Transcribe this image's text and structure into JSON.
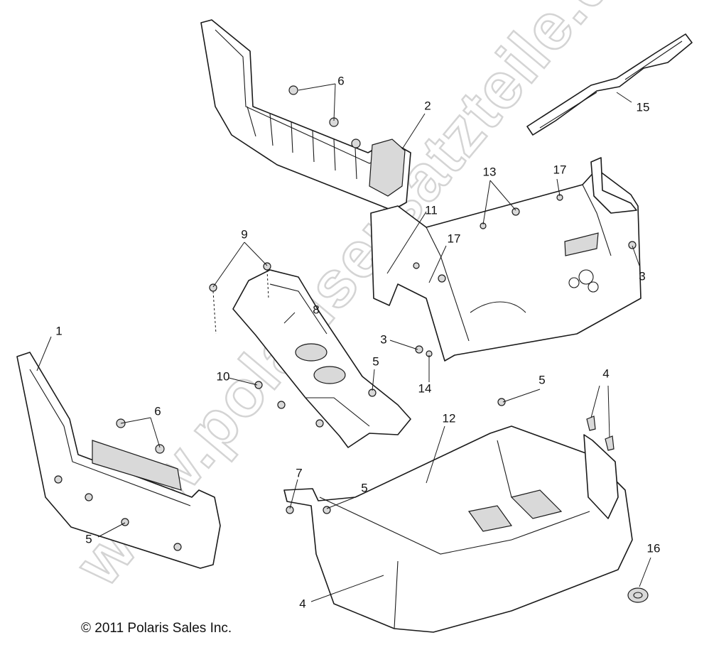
{
  "watermark": "www.polarisersatzteile.de",
  "copyright": "© 2011 Polaris Sales Inc.",
  "callouts": [
    {
      "id": "c1",
      "label": "1"
    },
    {
      "id": "c2",
      "label": "2"
    },
    {
      "id": "c3a",
      "label": "3"
    },
    {
      "id": "c3b",
      "label": "3"
    },
    {
      "id": "c4a",
      "label": "4"
    },
    {
      "id": "c4b",
      "label": "4"
    },
    {
      "id": "c5a",
      "label": "5"
    },
    {
      "id": "c5b",
      "label": "5"
    },
    {
      "id": "c5c",
      "label": "5"
    },
    {
      "id": "c5d",
      "label": "5"
    },
    {
      "id": "c6a",
      "label": "6"
    },
    {
      "id": "c6b",
      "label": "6"
    },
    {
      "id": "c7",
      "label": "7"
    },
    {
      "id": "c8",
      "label": "8"
    },
    {
      "id": "c9",
      "label": "9"
    },
    {
      "id": "c10",
      "label": "10"
    },
    {
      "id": "c11",
      "label": "11"
    },
    {
      "id": "c12",
      "label": "12"
    },
    {
      "id": "c13",
      "label": "13"
    },
    {
      "id": "c14",
      "label": "14"
    },
    {
      "id": "c15",
      "label": "15"
    },
    {
      "id": "c16",
      "label": "16"
    },
    {
      "id": "c17a",
      "label": "17"
    },
    {
      "id": "c17b",
      "label": "17"
    }
  ]
}
